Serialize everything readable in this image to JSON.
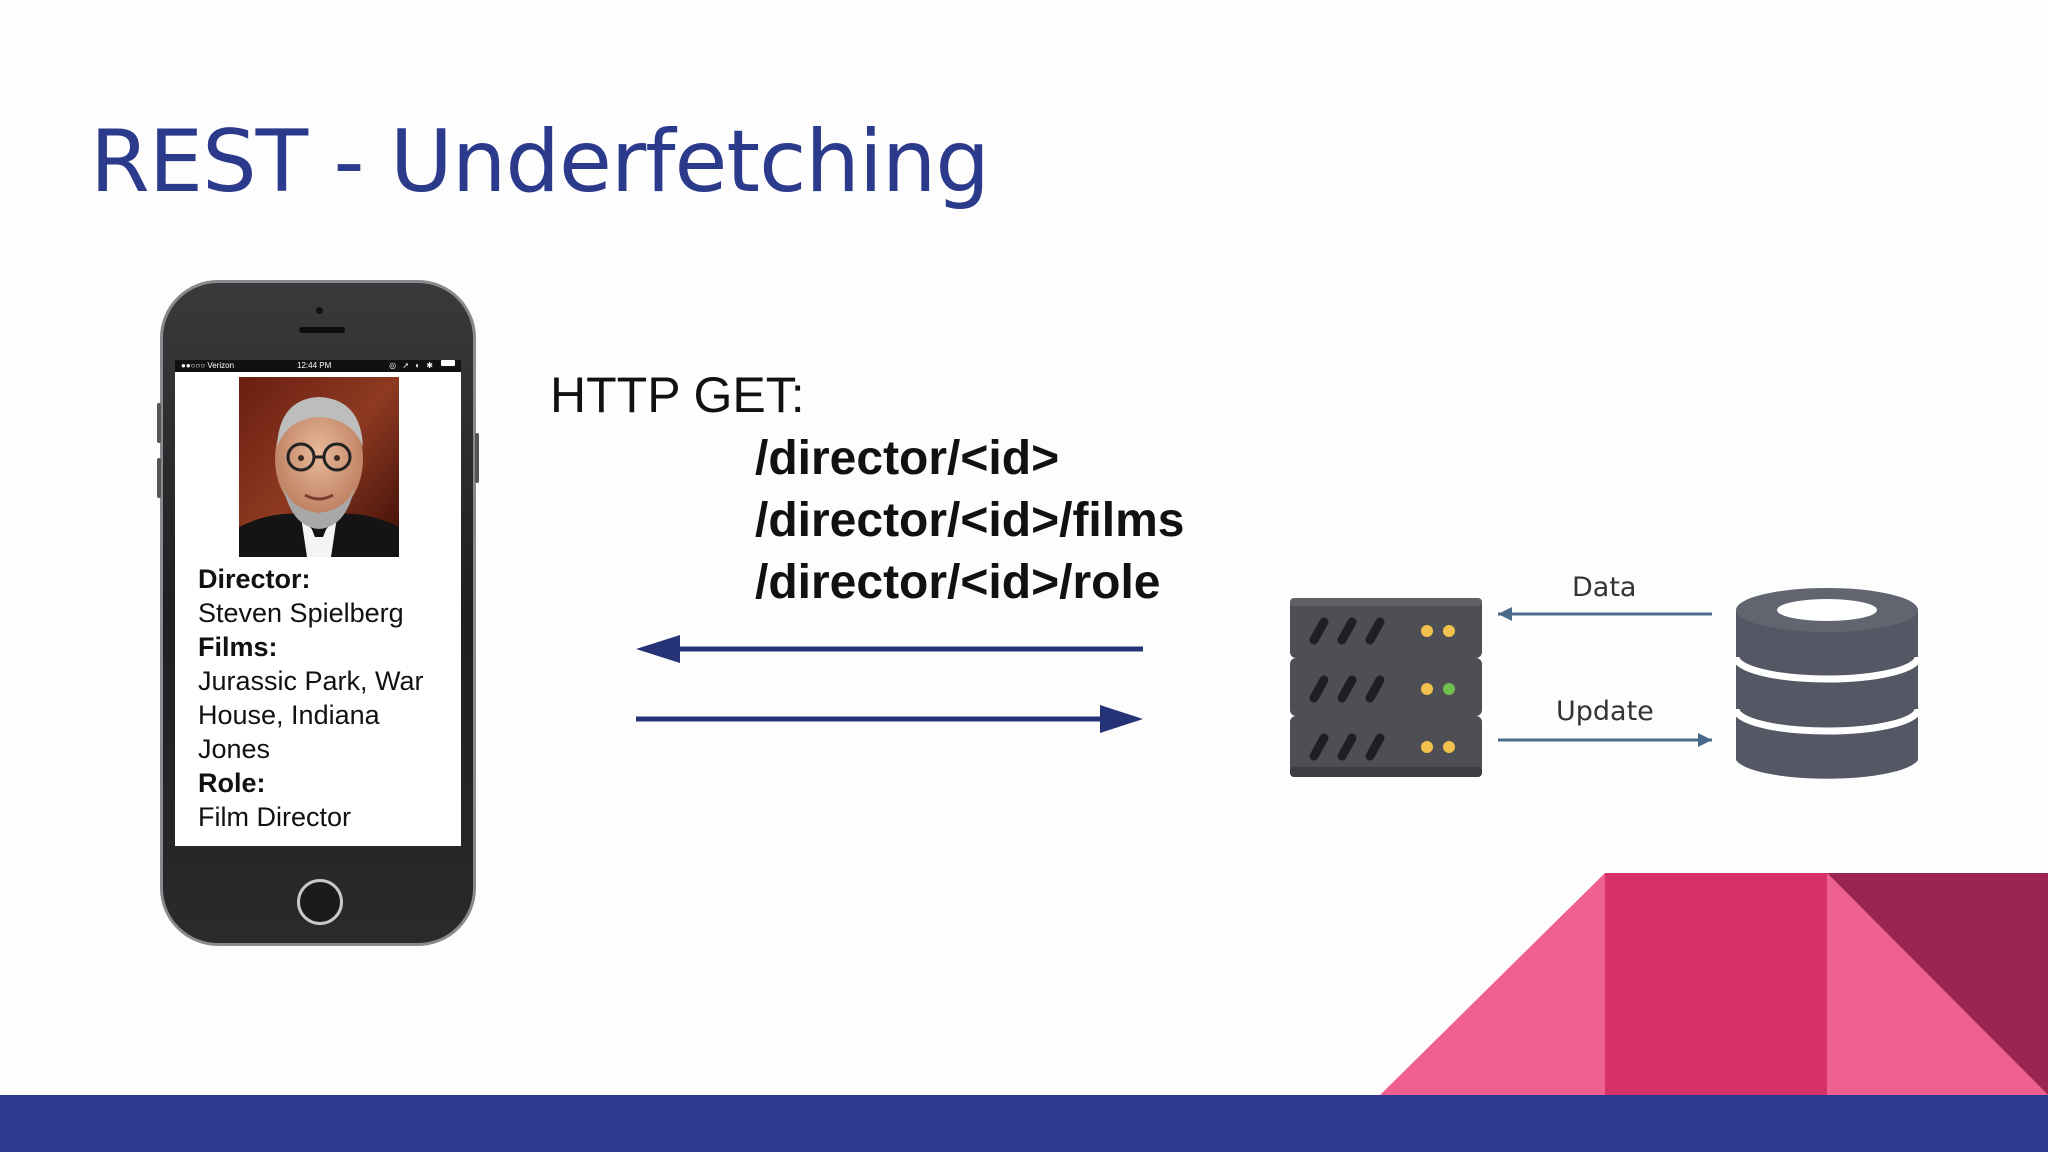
{
  "slide": {
    "title": "REST - Underfetching"
  },
  "phone": {
    "status": {
      "carrier": "●●○○○ Verizon",
      "time": "12:44 PM",
      "icons": "◎ ➚ ◐ ✱"
    },
    "profile": {
      "director_label": "Director:",
      "director_value": "Steven Spielberg",
      "films_label": "Films:",
      "films_value": "Jurassic Park, War House, Indiana Jones",
      "role_label": "Role:",
      "role_value": "Film Director"
    }
  },
  "request": {
    "method": "HTTP GET:",
    "endpoints": [
      "/director/<id>",
      "/director/<id>/films",
      "/director/<id>/role"
    ]
  },
  "diagram": {
    "data_label": "Data",
    "update_label": "Update"
  },
  "colors": {
    "title": "#2c3a8c",
    "footer": "#2b3a8c",
    "arrow": "#253275",
    "pink_light": "#ef5f90",
    "pink_mid": "#d63268",
    "maroon": "#9b2450",
    "server": "#4d4f54",
    "db": "#535864"
  }
}
